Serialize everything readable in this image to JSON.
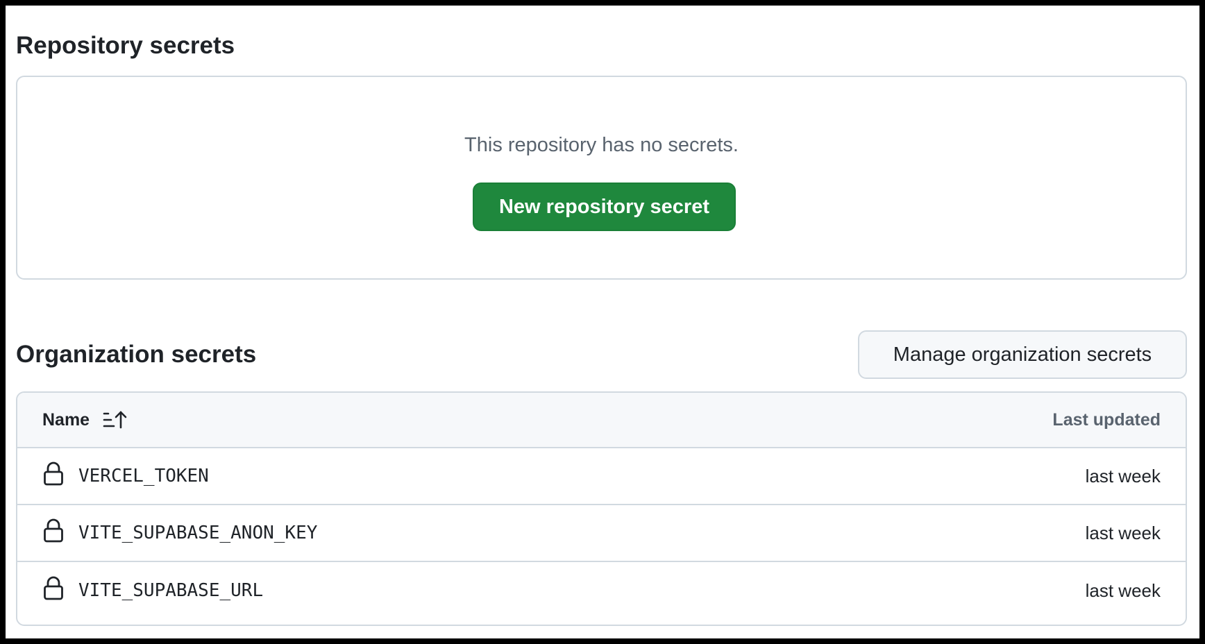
{
  "repository_secrets": {
    "title": "Repository secrets",
    "empty_message": "This repository has no secrets.",
    "new_button_label": "New repository secret"
  },
  "organization_secrets": {
    "title": "Organization secrets",
    "manage_button_label": "Manage organization secrets",
    "table": {
      "columns": {
        "name": "Name",
        "last_updated": "Last updated"
      },
      "rows": [
        {
          "name": "VERCEL_TOKEN",
          "updated": "last week"
        },
        {
          "name": "VITE_SUPABASE_ANON_KEY",
          "updated": "last week"
        },
        {
          "name": "VITE_SUPABASE_URL",
          "updated": "last week"
        }
      ]
    }
  },
  "icons": {
    "sort": "sort-ascending-icon",
    "lock": "lock-icon"
  },
  "colors": {
    "primary_button": "#1f883d",
    "text": "#1f2328",
    "muted_text": "#59636e",
    "border": "#d1d9e0",
    "header_bg": "#f6f8fa"
  }
}
